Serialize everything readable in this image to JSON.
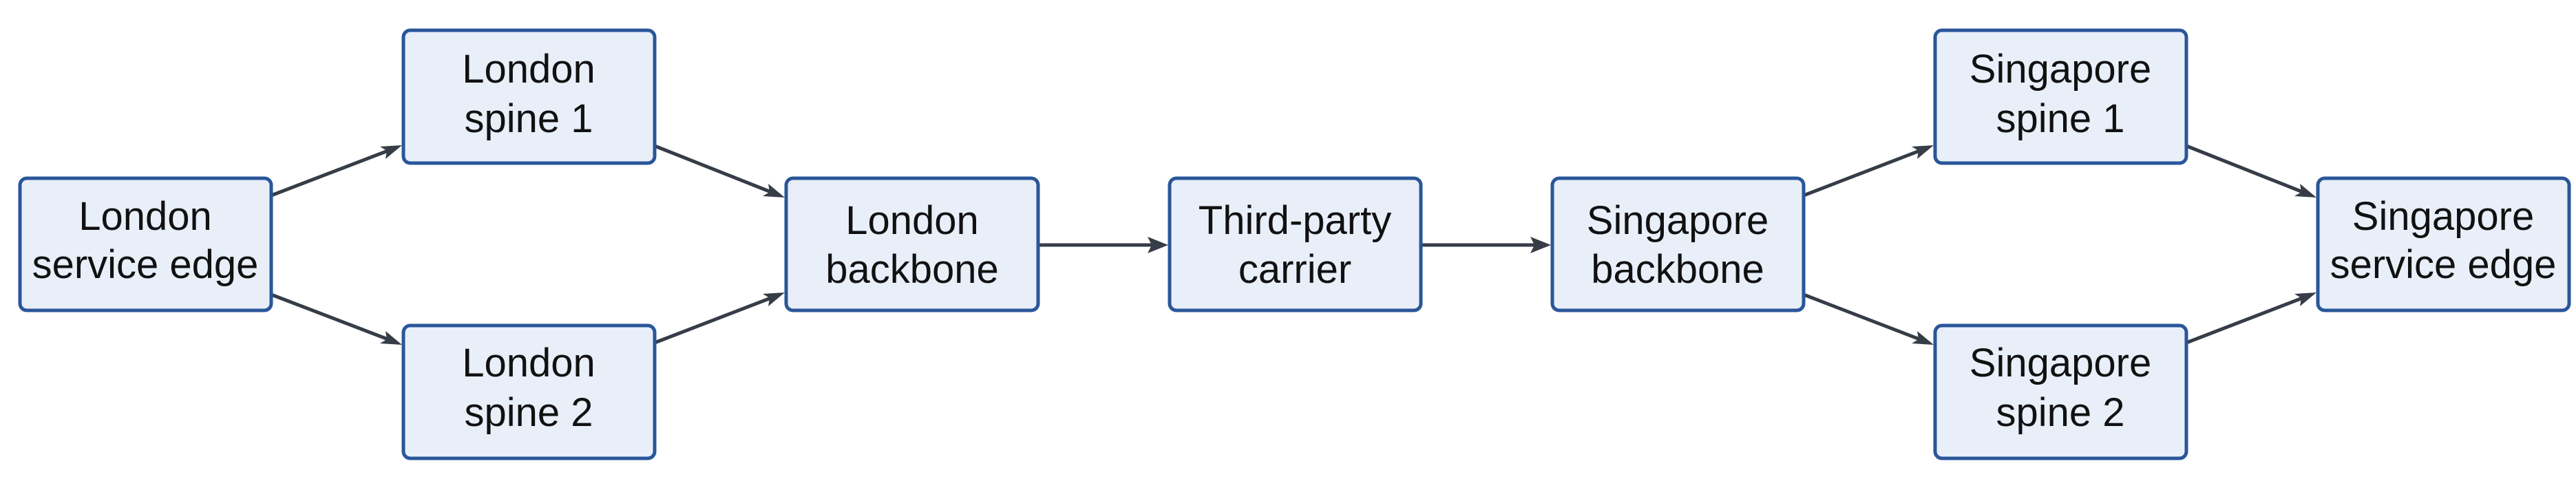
{
  "nodes": {
    "london_service_edge": {
      "line1": "London",
      "line2": "service edge"
    },
    "london_spine_1": {
      "line1": "London",
      "line2": "spine 1"
    },
    "london_spine_2": {
      "line1": "London",
      "line2": "spine 2"
    },
    "london_backbone": {
      "line1": "London",
      "line2": "backbone"
    },
    "third_party_carrier": {
      "line1": "Third-party",
      "line2": "carrier"
    },
    "singapore_backbone": {
      "line1": "Singapore",
      "line2": "backbone"
    },
    "singapore_spine_1": {
      "line1": "Singapore",
      "line2": "spine 1"
    },
    "singapore_spine_2": {
      "line1": "Singapore",
      "line2": "spine 2"
    },
    "singapore_service_edge": {
      "line1": "Singapore",
      "line2": "service edge"
    }
  },
  "edges": [
    [
      "london_service_edge",
      "london_spine_1"
    ],
    [
      "london_service_edge",
      "london_spine_2"
    ],
    [
      "london_spine_1",
      "london_backbone"
    ],
    [
      "london_spine_2",
      "london_backbone"
    ],
    [
      "london_backbone",
      "third_party_carrier"
    ],
    [
      "third_party_carrier",
      "singapore_backbone"
    ],
    [
      "singapore_backbone",
      "singapore_spine_1"
    ],
    [
      "singapore_backbone",
      "singapore_spine_2"
    ],
    [
      "singapore_spine_1",
      "singapore_service_edge"
    ],
    [
      "singapore_spine_2",
      "singapore_service_edge"
    ]
  ],
  "colors": {
    "node_fill": "#e8eff9",
    "node_border": "#2a5699",
    "edge": "#363d47",
    "text": "#111111"
  }
}
